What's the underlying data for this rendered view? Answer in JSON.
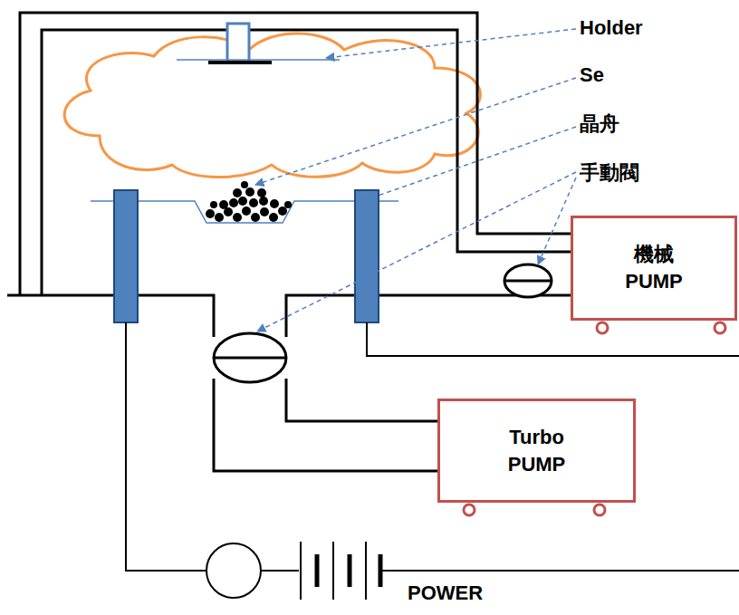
{
  "diagram": {
    "nodes": [
      {
        "text": [
          "機械 PUMP"
        ]
      },
      {
        "text": [
          "Turbo PUMP"
        ]
      }
    ],
    "labels": [
      "Holder",
      "Se",
      "晶舟",
      "手動閥",
      "POWER"
    ]
  }
}
